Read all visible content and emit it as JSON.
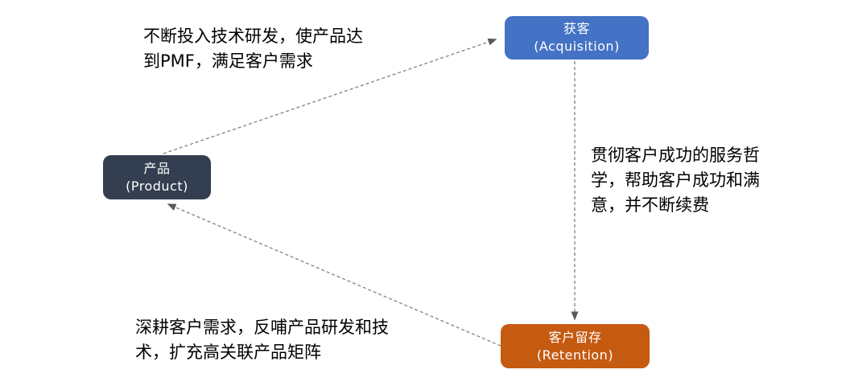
{
  "diagram": {
    "background_color": "#FFFFFF",
    "connector_color": "#808080",
    "arrowhead_color": "#595959",
    "nodes": {
      "acquisition": {
        "label_zh": "获客",
        "label_en": "(Acquisition)",
        "color": "#4472C4",
        "text_color": "#FFFFFF"
      },
      "product": {
        "label_zh": "产品",
        "label_en": "(Product)",
        "color": "#333F50",
        "text_color": "#FFFFFF"
      },
      "retention": {
        "label_zh": "客户留存",
        "label_en": "(Retention)",
        "color": "#C55A11",
        "text_color": "#FFFFFF"
      }
    },
    "annotations": {
      "product_to_acquisition": [
        "不断投入技术研发，使产品达",
        "到PMF，满足客户需求"
      ],
      "acquisition_to_retention": [
        "贯彻客户成功的服务哲",
        "学，帮助客户成功和满",
        "意，并不断续费"
      ],
      "retention_to_product": [
        "深耕客户需求，反哺产品研发和技",
        "术，扩充高关联产品矩阵"
      ]
    }
  }
}
